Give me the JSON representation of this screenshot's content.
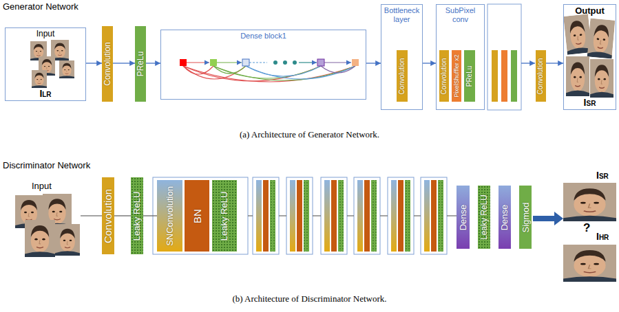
{
  "diagram": {
    "nodes": [
      {
        "text": [
          "Input",
          "ILR"
        ]
      },
      {
        "text": [
          "Convolution"
        ]
      },
      {
        "text": [
          "PReLu"
        ]
      },
      {
        "text": [
          "Dense block1"
        ]
      },
      {
        "text": [
          "Bottleneck layer"
        ]
      },
      {
        "text": [
          "Convolution"
        ],
        "in": 4
      },
      {
        "text": [
          "SubPixel conv"
        ]
      },
      {
        "text": [
          "Convolution"
        ],
        "in": 6
      },
      {
        "text": [
          "PixelShuffler x2"
        ],
        "in": 6
      },
      {
        "text": [
          "PReLu"
        ],
        "in": 6
      },
      {
        "text": [
          "Convolution"
        ]
      },
      {
        "text": [
          "Output",
          "ISR"
        ]
      },
      {
        "text": [
          "Convolution"
        ]
      },
      {
        "text": [
          "Leaky ReLU"
        ]
      },
      {
        "text": [
          "SNConvolution"
        ]
      },
      {
        "text": [
          "BN"
        ]
      },
      {
        "text": [
          "Leaky ReLU"
        ]
      },
      {
        "text": [
          "Dense"
        ]
      },
      {
        "text": [
          "Leaky ReLU"
        ]
      },
      {
        "text": [
          "Dense"
        ]
      },
      {
        "text": [
          "Sigmod"
        ]
      }
    ],
    "edges": [
      {
        "from": 0,
        "to": 1,
        "arrow": "to"
      },
      {
        "from": 1,
        "to": 2,
        "arrow": "to"
      },
      {
        "from": 2,
        "to": 3,
        "arrow": "to"
      },
      {
        "from": 3,
        "to": 4,
        "arrow": "to"
      },
      {
        "from": 4,
        "to": 6,
        "arrow": "to"
      },
      {
        "from": 10,
        "to": 11,
        "arrow": "to"
      },
      {
        "from": 12,
        "to": 13,
        "arrow": "none"
      },
      {
        "from": 13,
        "to": 14,
        "arrow": "none"
      }
    ],
    "labels": [
      "Generator Network",
      "(a) Architecture of Generator Network.",
      "Discriminator Network",
      "Input",
      "ISR",
      "?",
      "IHR",
      "(b) Architecture of Discriminator Network."
    ]
  }
}
